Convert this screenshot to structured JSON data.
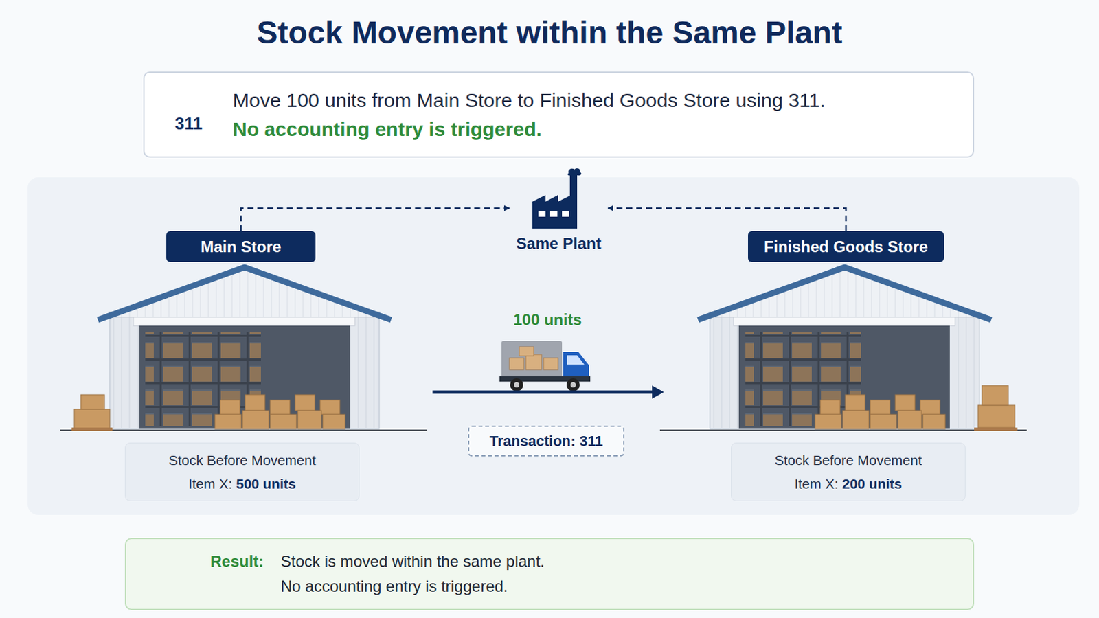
{
  "diagram": {
    "title": "Stock Movement within the Same Plant",
    "nodes": [
      {
        "text": [
          "Move 100 units from Main Store to Finished Goods Store using 311.",
          "No accounting entry is triggered."
        ]
      },
      {
        "text": [
          "Main Store"
        ]
      },
      {
        "text": [
          "Same Plant"
        ]
      },
      {
        "text": [
          "Finished Goods Store"
        ]
      },
      {
        "text": [
          "Stock Before Movement",
          "Item X:",
          "500 units"
        ]
      },
      {
        "text": [
          "Transaction: 311"
        ]
      },
      {
        "text": [
          "Stock Before Movement",
          "Item X:",
          "200 units"
        ]
      },
      {
        "text": [
          "Result:",
          "Stock is moved within the same plant.",
          "No accounting entry is triggered."
        ]
      }
    ],
    "edges": [
      {
        "from": 1,
        "to": 2,
        "arrow": "to"
      },
      {
        "from": 3,
        "to": 2,
        "arrow": "to"
      }
    ],
    "labels": [
      "311",
      "100 units"
    ]
  }
}
